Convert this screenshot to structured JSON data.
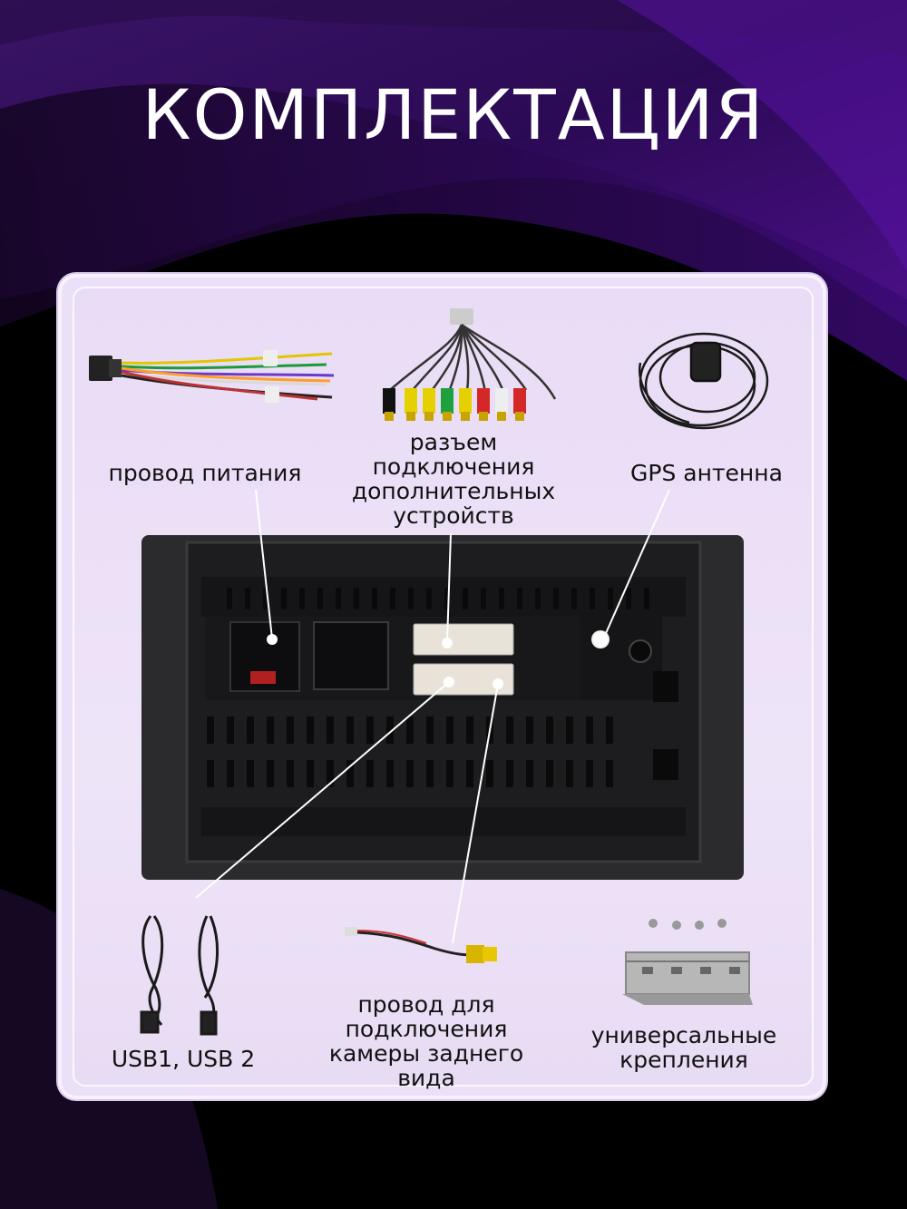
{
  "title": "КОМПЛЕКТАЦИЯ",
  "items": {
    "power_cable": "провод питания",
    "aux_connector": [
      "разъем",
      "подключения",
      "дополнительных",
      "устройств"
    ],
    "gps_antenna": "GPS антенна",
    "usb": "USB1, USB 2",
    "camera_cable": [
      "провод для",
      "подключения",
      "камеры заднего",
      "вида"
    ],
    "mounts": [
      "универсальные",
      "крепления"
    ]
  },
  "colors": {
    "background": "#000000",
    "purple_wave": "#3a0f66",
    "panel": "#ece0f8",
    "accent": "#6a1fb4"
  },
  "icons": [
    "power-harness-icon",
    "rca-harness-icon",
    "gps-antenna-icon",
    "head-unit-back-icon",
    "usb-cables-icon",
    "camera-cable-icon",
    "mounting-brackets-icon"
  ]
}
